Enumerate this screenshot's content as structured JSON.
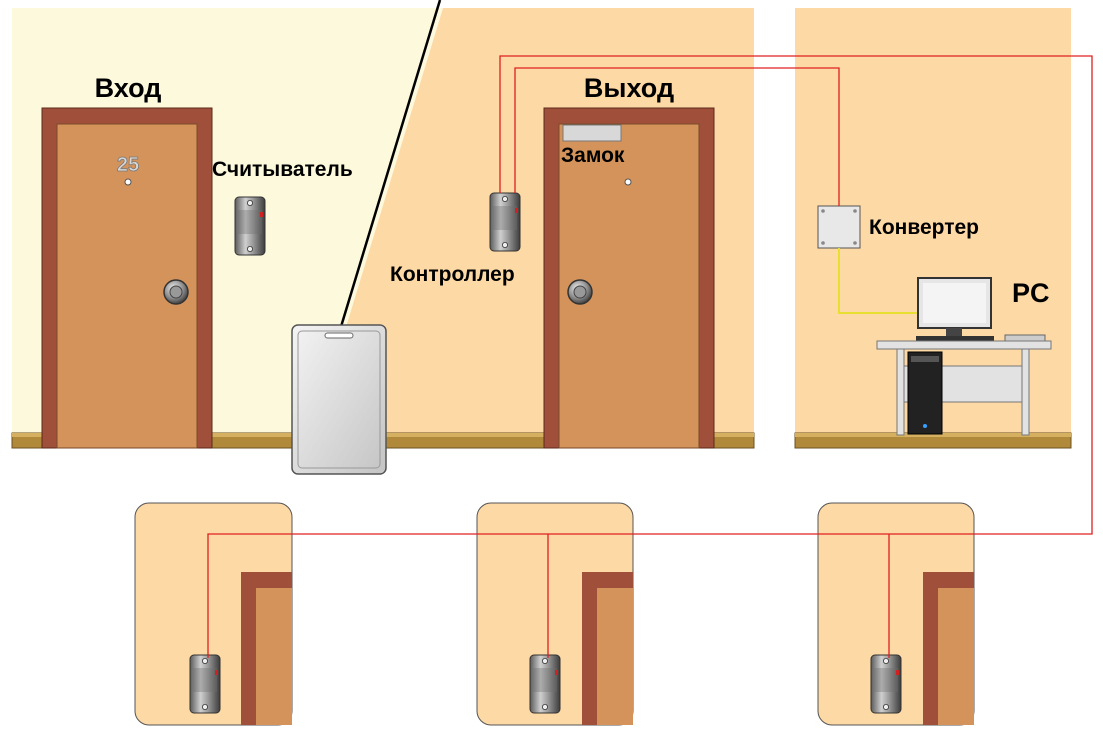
{
  "labels": {
    "entrance": "Вход",
    "exit": "Выход",
    "door_number": "25",
    "reader": "Считыватель",
    "lock": "Замок",
    "controller": "Контроллер",
    "converter": "Конвертер",
    "pc": "PC"
  },
  "colors": {
    "wall_left": "#fdf9dc",
    "wall": "#fdd9a5",
    "door_frame": "#a0503a",
    "door_leaf": "#d4935a",
    "wire": "#e02020",
    "data_cable": "#e8e030"
  }
}
